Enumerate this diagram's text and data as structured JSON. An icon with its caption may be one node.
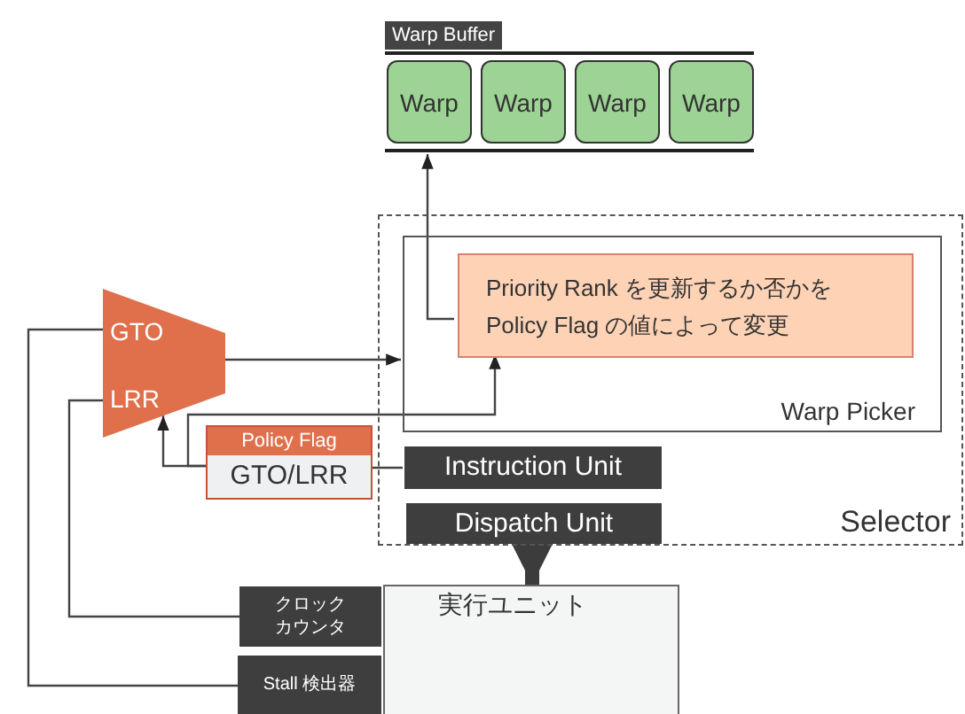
{
  "diagram": {
    "nodes": [
      {
        "text": [
          "Warp Buffer"
        ]
      },
      {
        "text": [
          "Warp"
        ],
        "in": 0
      },
      {
        "text": [
          "Warp"
        ],
        "in": 0
      },
      {
        "text": [
          "Warp"
        ],
        "in": 0
      },
      {
        "text": [
          "Warp"
        ],
        "in": 0
      },
      {
        "text": [
          "Selector"
        ]
      },
      {
        "text": [
          "Warp Picker"
        ],
        "in": 5
      },
      {
        "text": [
          "Priority Rank を更新するか否かを Policy Flag の値によって変更"
        ],
        "in": 6
      },
      {
        "text": [
          "GTO",
          "LRR"
        ]
      },
      {
        "text": [
          "Policy Flag",
          "GTO/LRR"
        ]
      },
      {
        "text": [
          "Instruction Unit"
        ],
        "in": 5
      },
      {
        "text": [
          "Dispatch Unit"
        ],
        "in": 5
      },
      {
        "text": [
          "実行ユニット"
        ]
      },
      {
        "text": [
          "クロックカウンタ"
        ]
      },
      {
        "text": [
          "Stall 検出器"
        ]
      }
    ],
    "edges": [
      {
        "from": 7,
        "to": 0,
        "arrow": "to"
      },
      {
        "from": 8,
        "to": 6,
        "arrow": "to"
      },
      {
        "from": 9,
        "to": 8,
        "arrow": "to"
      },
      {
        "from": 9,
        "to": 7,
        "arrow": "to"
      },
      {
        "from": 9,
        "to": 10,
        "arrow": "none"
      },
      {
        "from": 11,
        "to": 12,
        "arrow": "to",
        "style": "thick"
      },
      {
        "from": 13,
        "to": 8,
        "arrow": "none"
      },
      {
        "from": 14,
        "to": 8,
        "arrow": "none"
      }
    ]
  }
}
